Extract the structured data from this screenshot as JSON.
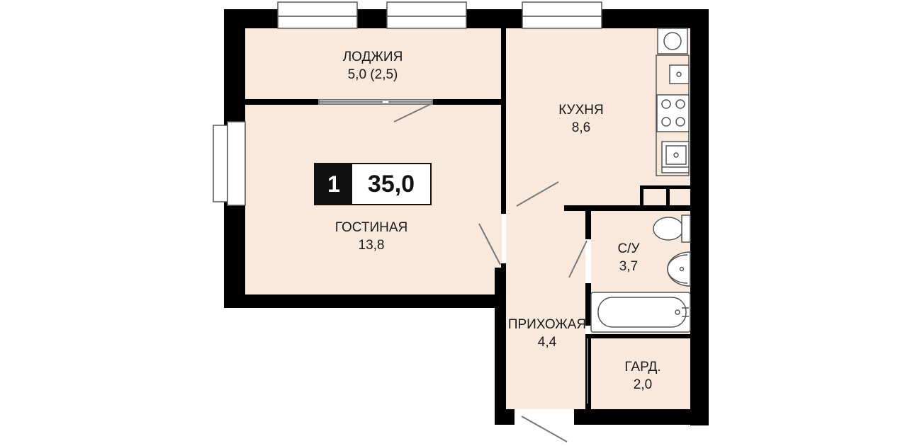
{
  "plan": {
    "colors": {
      "floor": "#f9e9dc",
      "wall": "#000000",
      "fixture_stroke": "#555555",
      "window_frame": "#555555"
    },
    "badge": {
      "rooms": "1",
      "total_area": "35,0"
    },
    "rooms": {
      "loggia": {
        "name": "ЛОДЖИЯ",
        "area": "5,0 (2,5)"
      },
      "living": {
        "name": "ГОСТИНАЯ",
        "area": "13,8"
      },
      "kitchen": {
        "name": "КУХНЯ",
        "area": "8,6"
      },
      "bathroom": {
        "name": "С/У",
        "area": "3,7"
      },
      "hallway": {
        "name": "ПРИХОЖАЯ",
        "area": "4,4"
      },
      "wardrobe": {
        "name": "ГАРД.",
        "area": "2,0"
      }
    },
    "fixtures": [
      "window-icon",
      "door-swing-icon",
      "washing-machine-icon",
      "stove-icon",
      "kitchen-sink-icon",
      "toilet-icon",
      "washbasin-icon",
      "bathtub-icon",
      "sliding-door-icon"
    ]
  }
}
